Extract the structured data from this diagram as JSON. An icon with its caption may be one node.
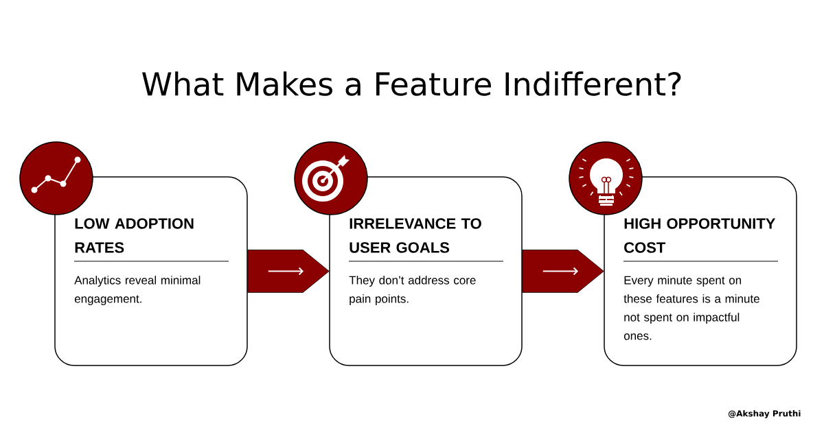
{
  "diagram": {
    "title": "What Makes a Feature Indifferent?",
    "nodes": [
      {
        "text": [
          "LOW ADOPTION RATES",
          "Analytics reveal minimal engagement."
        ]
      },
      {
        "text": [
          "IRRELEVANCE TO USER GOALS",
          "They don’t address core pain points."
        ]
      },
      {
        "text": [
          "HIGH OPPORTUNITY COST",
          "Every minute spent on these features is a minute not spent on impactful ones."
        ]
      }
    ],
    "edges": [
      {
        "from": 0,
        "to": 1,
        "arrow": "to"
      },
      {
        "from": 1,
        "to": 2,
        "arrow": "to"
      }
    ],
    "labels": [
      "@Akshay Pruthi"
    ]
  }
}
